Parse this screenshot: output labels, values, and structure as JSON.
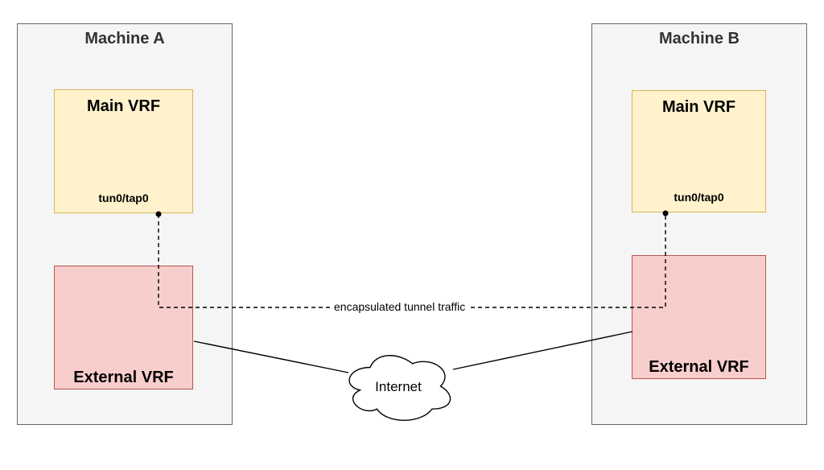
{
  "machine_a": {
    "title": "Machine A",
    "main_vrf_label": "Main VRF",
    "interface_label": "tun0/tap0",
    "external_vrf_label": "External VRF"
  },
  "machine_b": {
    "title": "Machine B",
    "main_vrf_label": "Main VRF",
    "interface_label": "tun0/tap0",
    "external_vrf_label": "External VRF"
  },
  "connections": {
    "tunnel_label": "encapsulated tunnel traffic"
  },
  "cloud": {
    "label": "Internet"
  },
  "colors": {
    "background": "#ffffff",
    "machine_fill": "#f5f5f5",
    "machine_border": "#666666",
    "main_vrf_fill": "#fff2cc",
    "main_vrf_border": "#d6b656",
    "external_vrf_fill": "#f8cecc",
    "external_vrf_border": "#b85450",
    "connector": "#000000",
    "machine_title_text": "#333333",
    "label_text": "#000000"
  }
}
